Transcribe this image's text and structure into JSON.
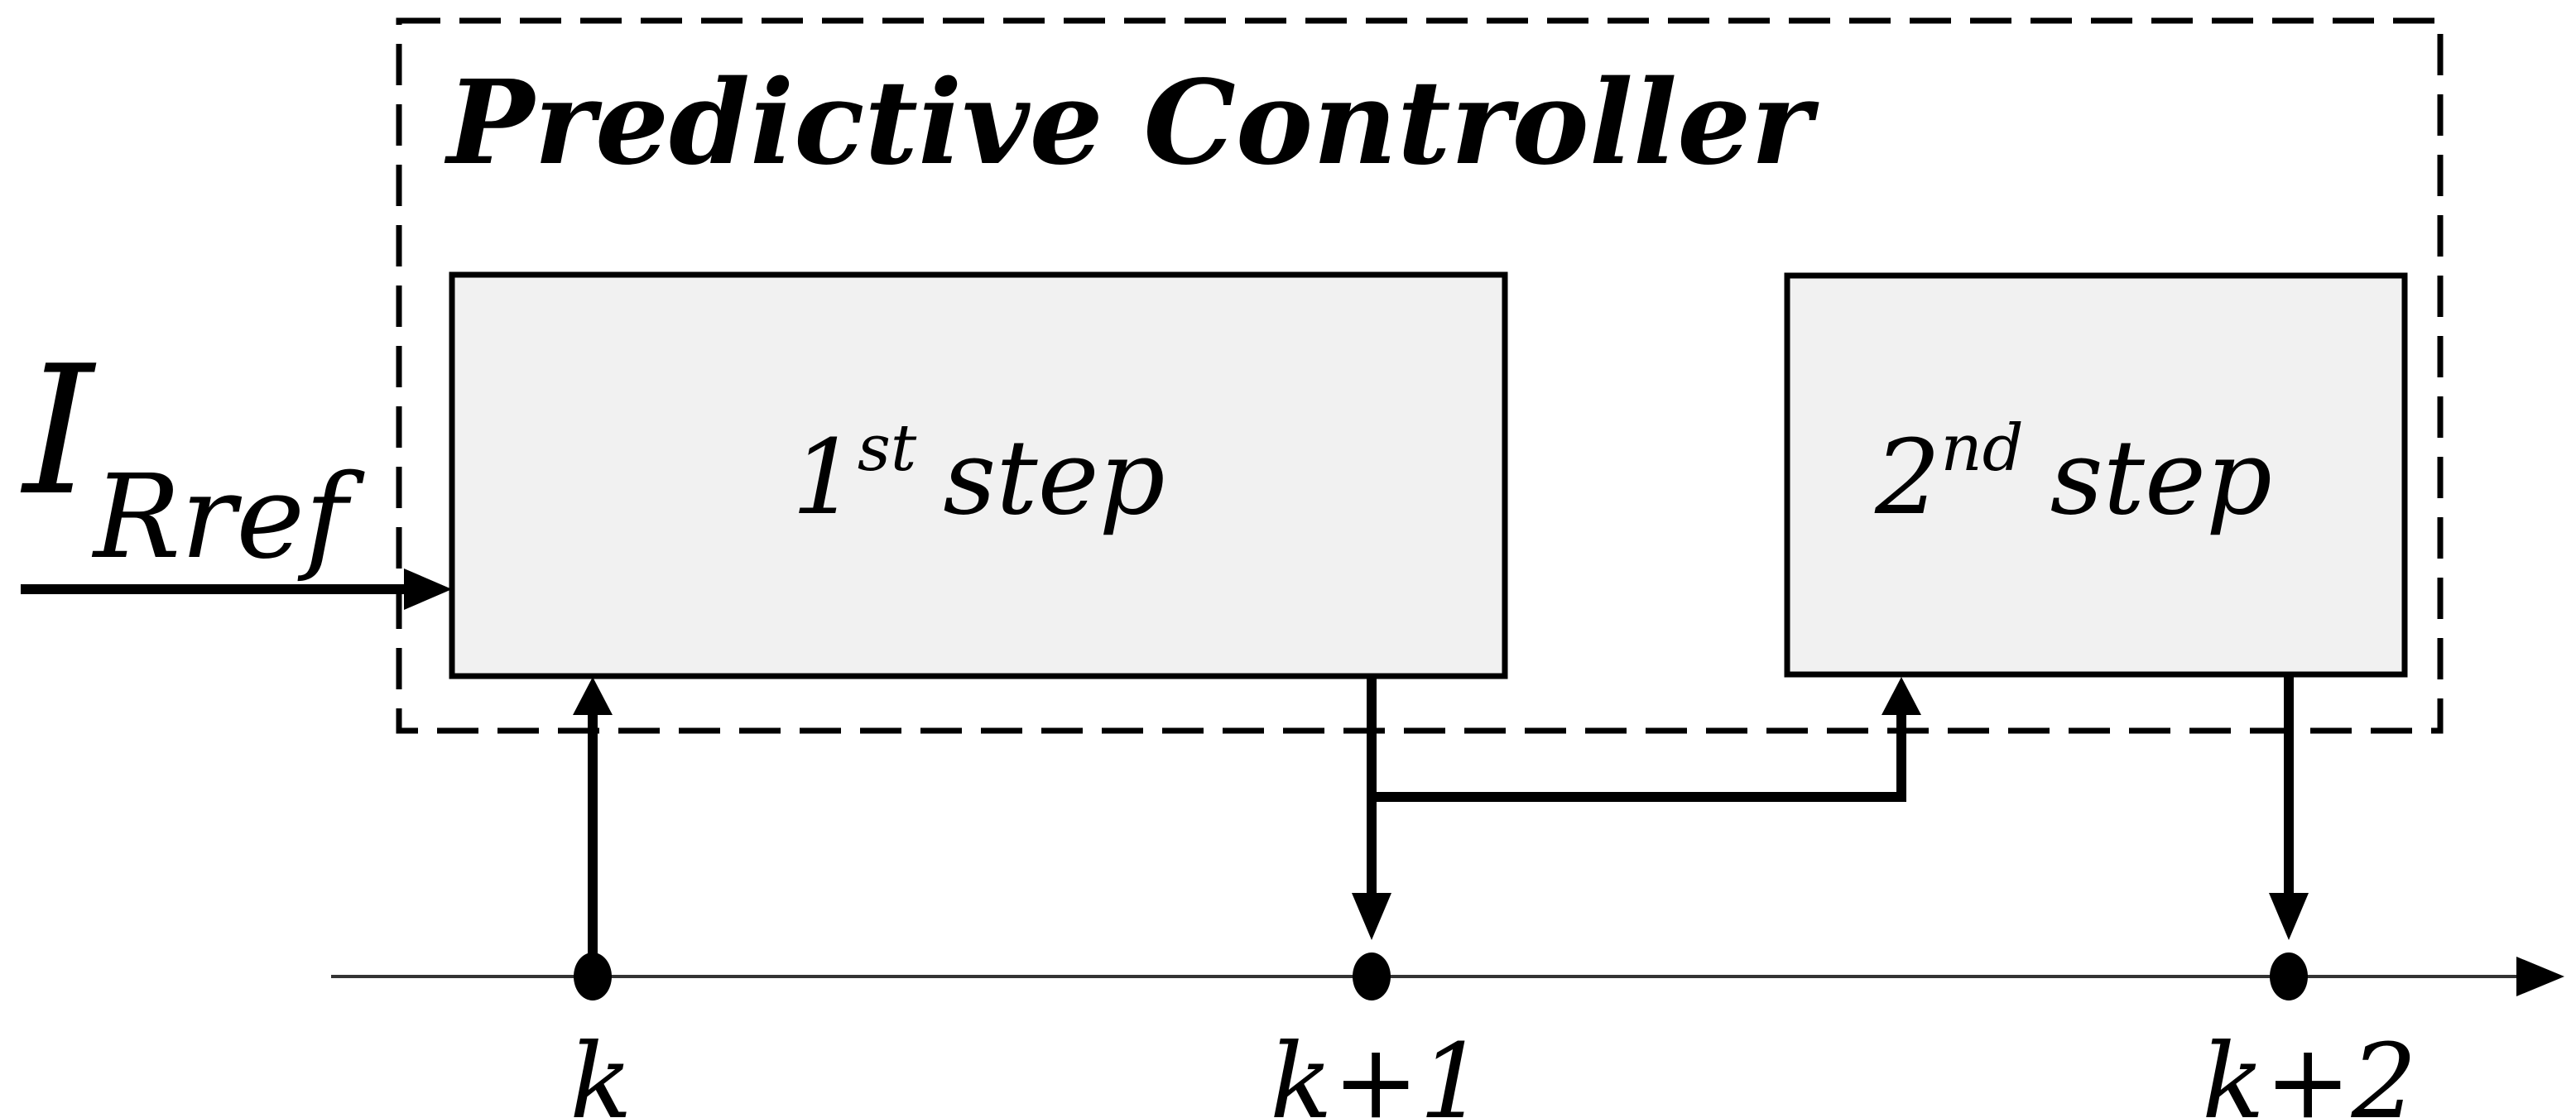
{
  "diagram": {
    "title": "Predictive Controller",
    "input_signal": {
      "symbol": "I",
      "subscript": "Rref"
    },
    "steps": [
      {
        "number": "1",
        "ordinal_suffix": "st",
        "label": "step"
      },
      {
        "number": "2",
        "ordinal_suffix": "nd",
        "label": "step"
      }
    ],
    "timeline": {
      "tick_labels": [
        "k",
        "k+1",
        "k+2"
      ]
    },
    "colors": {
      "block_fill": "#f1f1f1",
      "line": "#000000",
      "timeline_line": "#333333",
      "background": "#ffffff"
    }
  }
}
